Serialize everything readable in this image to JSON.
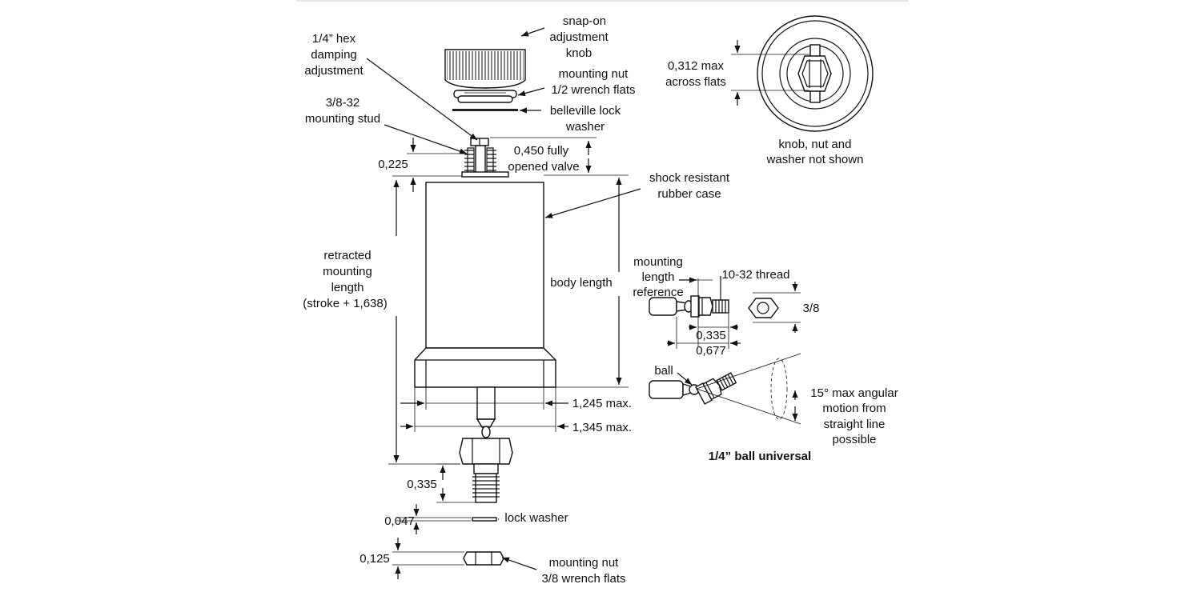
{
  "labels": {
    "snap_knob": [
      "snap-on",
      "adjustment",
      "knob"
    ],
    "hex_damping": [
      "1/4” hex",
      "damping",
      "adjustment"
    ],
    "mounting_nut_top": [
      "mounting nut",
      "1/2 wrench flats"
    ],
    "belleville": [
      "belleville lock",
      "washer"
    ],
    "mounting_stud": [
      "3/8-32",
      "mounting stud"
    ],
    "fully_opened": [
      "0,450 fully",
      "opened valve"
    ],
    "dim_0225": "0,225",
    "shock_case": [
      "shock resistant",
      "rubber case"
    ],
    "retracted": [
      "retracted",
      "mounting",
      "length",
      "(stroke + 1,638)"
    ],
    "body_length": "body length",
    "dim_1245": "1,245 max.",
    "dim_1345": "1,345 max.",
    "dim_0335_lower": "0,335",
    "lock_washer": "lock washer",
    "dim_0047": "0,047",
    "dim_0125": "0,125",
    "mounting_nut_bottom": [
      "mounting nut",
      "3/8 wrench flats"
    ],
    "across_flats": [
      "0,312 max",
      "across flats"
    ],
    "knob_note": [
      "knob, nut and",
      "washer not shown"
    ],
    "mounting_ref": [
      "mounting",
      "length",
      "reference"
    ],
    "thread_1032": "10-32 thread",
    "dim_38": "3/8",
    "dim_0335_ball": "0,335",
    "dim_0677": "0,677",
    "ball": "ball",
    "angular": [
      "15° max angular",
      "motion from",
      "straight line",
      "possible"
    ],
    "ball_universal": "1/4” ball universal"
  }
}
